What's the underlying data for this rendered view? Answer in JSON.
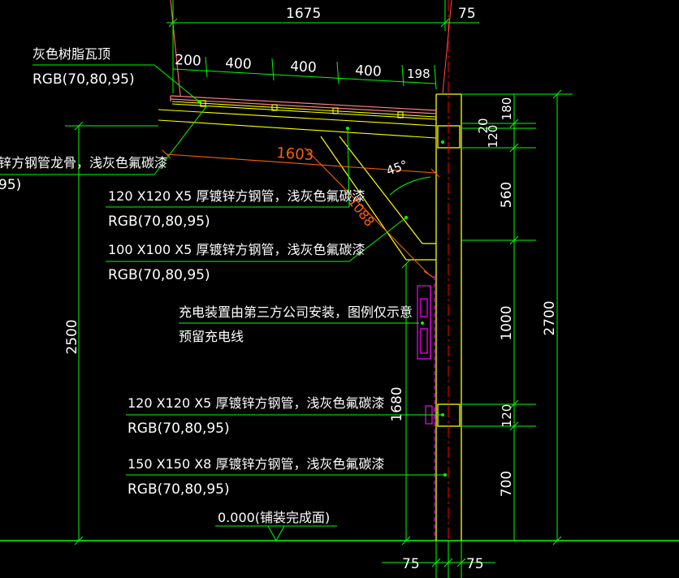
{
  "colors": {
    "background": "#000000",
    "dimension_green": "#00ff00",
    "text_white": "#ffffff",
    "structure_yellow": "#ffff00",
    "roof_red": "#ff7f7f",
    "axis_red": "#ff0000",
    "slope_orange": "#ff5f00",
    "charger_magenta": "#ff00ff"
  },
  "top_dims": {
    "span_total": "1675",
    "span_right": "75",
    "seg_1": "200",
    "seg_2": "400",
    "seg_3": "400",
    "seg_4": "400",
    "seg_5": "198"
  },
  "sloped_dims": {
    "rafter_length": "1603",
    "brace_length": "1088",
    "brace_angle": "45°"
  },
  "left_dims": {
    "total_height": "2500"
  },
  "inner_dims": {
    "charger_height": "1680"
  },
  "right_dims": {
    "total_height": "2700",
    "d1": "180",
    "d2": "20",
    "d3": "120",
    "d4": "560",
    "d5": "1000",
    "d6": "120",
    "d7": "700"
  },
  "bottom_dims": {
    "left": "75",
    "right": "75"
  },
  "labels": {
    "roof_title": "灰色树脂瓦顶",
    "roof_rgb": "RGB(70,80,95)",
    "purlin_title": "锌方钢管龙骨，浅灰色氟碳漆",
    "purlin_rgb": "95)",
    "beam1_title": "120 X120 X5 厚镀锌方钢管，浅灰色氟碳漆",
    "beam1_rgb": "RGB(70,80,95)",
    "brace_title": "100 X100 X5 厚镀锌方钢管，浅灰色氟碳漆",
    "brace_rgb": "RGB(70,80,95)",
    "charger_line1": "充电装置由第三方公司安装，图例仅示意",
    "charger_line2": "预留充电线",
    "beam2_title": "120 X120 X5 厚镀锌方钢管，浅灰色氟碳漆",
    "beam2_rgb": "RGB(70,80,95)",
    "column_title": "150 X150 X8 厚镀锌方钢管，浅灰色氟碳漆",
    "column_rgb": "RGB(70,80,95)",
    "ground_level": "0.000(铺装完成面)"
  }
}
